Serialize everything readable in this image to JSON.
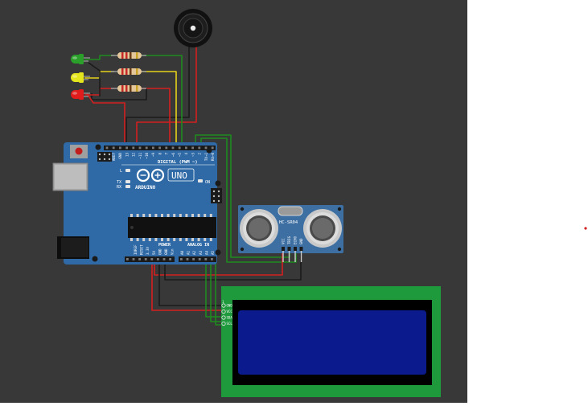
{
  "colors": {
    "canvas": "#383838",
    "background": "#ffffff",
    "board": "#2f6aa6",
    "wire_red": "#d42020",
    "wire_black": "#1a1a1a",
    "wire_green": "#1f8a1f",
    "wire_yellow": "#e6d21a",
    "lcd_pcb": "#1e9a3c",
    "lcd_screen": "#0b1a8c",
    "sensor_pcb": "#3d6fa3"
  },
  "arduino": {
    "brand": "ARDUINO",
    "model": "UNO",
    "digital_header": "DIGITAL (PWM ~)",
    "power_header": "POWER",
    "analog_header": "ANALOG IN",
    "on_label": "ON",
    "l_label": "L",
    "tx_label": "TX",
    "rx_label": "RX",
    "digital_pins": [
      "AREF",
      "GND",
      "13",
      "12",
      "~11",
      "~10",
      "~9",
      "8",
      "7",
      "~6",
      "~5",
      "4",
      "~3",
      "2",
      "TX→1",
      "RX←0"
    ],
    "power_pins": [
      "IOREF",
      "RESET",
      "3.3V",
      "5V",
      "GND",
      "GND",
      "Vin"
    ],
    "analog_pins": [
      "A0",
      "A1",
      "A2",
      "A3",
      "A4",
      "A5"
    ]
  },
  "sensor": {
    "model": "HC-SR04",
    "pins": [
      "VCC",
      "TRIG",
      "ECHO",
      "GND"
    ]
  },
  "lcd": {
    "pins": [
      "GND",
      "VCC",
      "SDA",
      "SCL"
    ]
  },
  "leds": [
    {
      "color": "green",
      "fill": "#2aa02a"
    },
    {
      "color": "yellow",
      "fill": "#e5e51e"
    },
    {
      "color": "red",
      "fill": "#e01c1c"
    }
  ]
}
